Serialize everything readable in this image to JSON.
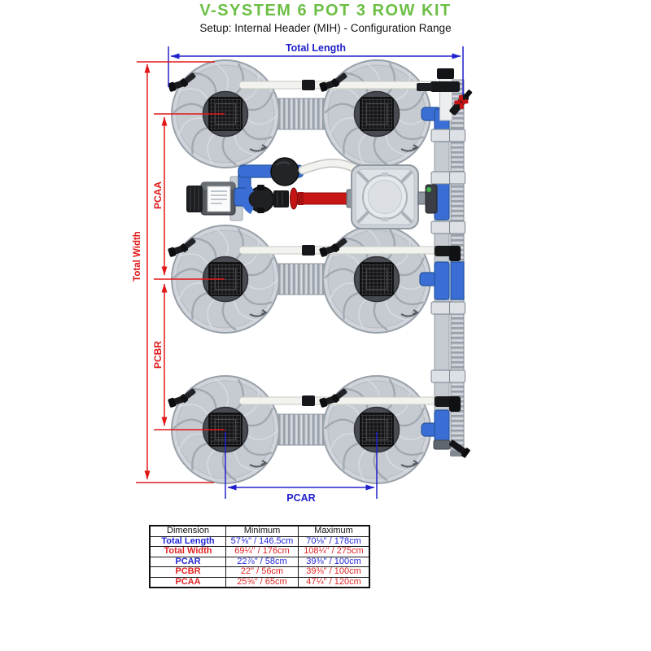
{
  "header": {
    "title": "V-SYSTEM 6 POT 3 ROW KIT",
    "subtitle": "Setup: Internal Header (MIH) - Configuration Range"
  },
  "diagram": {
    "labels": {
      "total_length": "Total Length",
      "total_width": "Total Width",
      "pcaa": "PCAA",
      "pcbr": "PCBR",
      "pcar": "PCAR"
    },
    "colors": {
      "brand_green": "#6cbe45",
      "dimension_blue": "#2020cc",
      "dimension_red": "#e01818",
      "pipe_blue": "#3a6ed4",
      "pipe_red": "#c81515"
    }
  },
  "table": {
    "headers": [
      "Dimension",
      "Minimum",
      "Maximum"
    ],
    "rows": [
      {
        "dimension": "Total Length",
        "minimum": "57⅝\" / 146.5cm",
        "maximum": "70⅛\" / 178cm",
        "color": "blue"
      },
      {
        "dimension": "Total Width",
        "minimum": "69¼\" / 176cm",
        "maximum": "108¼\" / 275cm",
        "color": "red"
      },
      {
        "dimension": "PCAR",
        "minimum": "22⅞\" / 58cm",
        "maximum": "39⅜\" / 100cm",
        "color": "blue"
      },
      {
        "dimension": "PCBR",
        "minimum": "22\" / 56cm",
        "maximum": "39⅜\" / 100cm",
        "color": "red"
      },
      {
        "dimension": "PCAA",
        "minimum": "25⅝\" / 65cm",
        "maximum": "47¼\" / 120cm",
        "color": "red"
      }
    ]
  }
}
